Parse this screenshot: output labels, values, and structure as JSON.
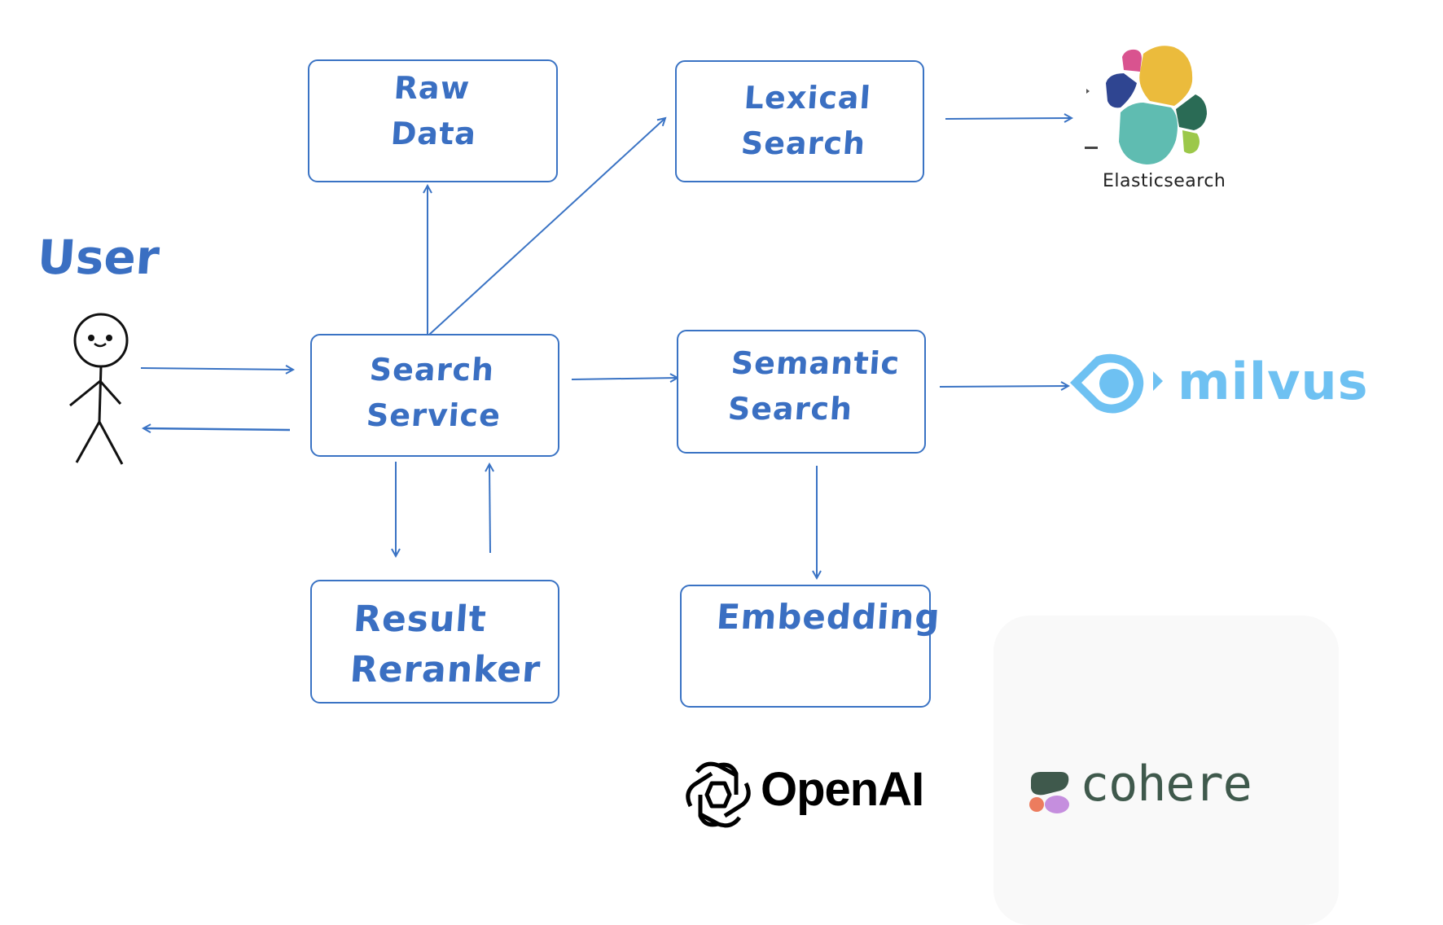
{
  "diagram": {
    "user": {
      "label": "User"
    },
    "nodes": {
      "raw_data": {
        "lines": [
          "Raw",
          "Data"
        ]
      },
      "lexical_search": {
        "lines": [
          "Lexical",
          "Search"
        ]
      },
      "search_service": {
        "lines": [
          "Search",
          "Service"
        ]
      },
      "semantic_search": {
        "lines": [
          "Semantic",
          "Search"
        ]
      },
      "result_reranker": {
        "lines": [
          "Result",
          "Reranker"
        ]
      },
      "embedding": {
        "lines": [
          "Embedding"
        ]
      }
    },
    "edges": [
      {
        "from": "user",
        "to": "search_service"
      },
      {
        "from": "search_service",
        "to": "user"
      },
      {
        "from": "search_service",
        "to": "raw_data"
      },
      {
        "from": "search_service",
        "to": "lexical_search"
      },
      {
        "from": "search_service",
        "to": "semantic_search"
      },
      {
        "from": "search_service",
        "to": "result_reranker"
      },
      {
        "from": "result_reranker",
        "to": "search_service"
      },
      {
        "from": "lexical_search",
        "to": "elasticsearch"
      },
      {
        "from": "semantic_search",
        "to": "milvus"
      },
      {
        "from": "semantic_search",
        "to": "embedding"
      }
    ],
    "logos": {
      "elasticsearch": {
        "label": "Elasticsearch"
      },
      "milvus": {
        "label": "milvus"
      },
      "openai": {
        "label": "OpenAI"
      },
      "cohere": {
        "label": "cohere"
      }
    },
    "colors": {
      "stroke": "#3a73c4",
      "text": "#3a6fc2",
      "milvus": "#6ec1f2",
      "cohere_text": "#3f594c",
      "cohere_bg": "#f9f9f9"
    }
  }
}
